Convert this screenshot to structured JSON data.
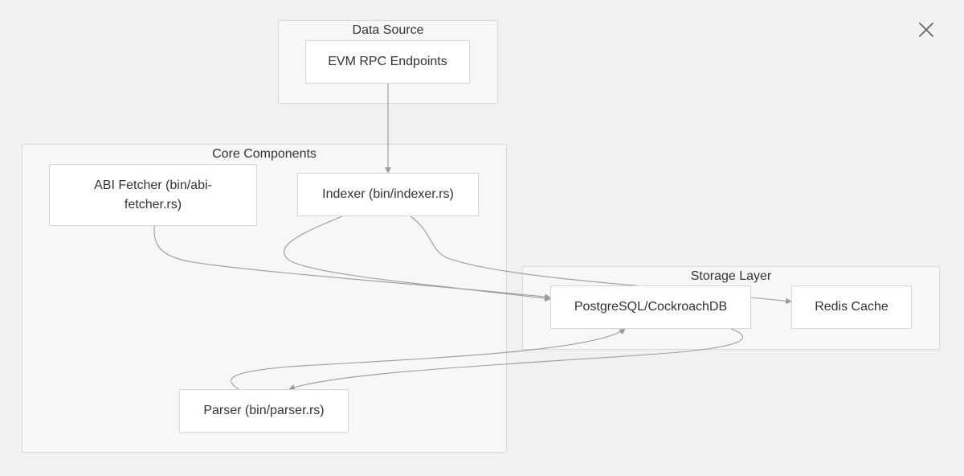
{
  "diagram": {
    "clusters": {
      "data_source": {
        "title": "Data Source"
      },
      "core_components": {
        "title": "Core Components"
      },
      "storage_layer": {
        "title": "Storage Layer"
      }
    },
    "nodes": {
      "evm_rpc": {
        "label": "EVM RPC Endpoints"
      },
      "abi_fetcher": {
        "label": "ABI Fetcher (bin/abi-fetcher.rs)"
      },
      "indexer": {
        "label": "Indexer (bin/indexer.rs)"
      },
      "parser": {
        "label": "Parser (bin/parser.rs)"
      },
      "postgres": {
        "label": "PostgreSQL/CockroachDB"
      },
      "redis": {
        "label": "Redis Cache"
      }
    },
    "edges": [
      {
        "from": "evm_rpc",
        "to": "indexer"
      },
      {
        "from": "abi_fetcher",
        "to": "postgres"
      },
      {
        "from": "indexer",
        "to": "postgres"
      },
      {
        "from": "indexer",
        "to": "redis"
      },
      {
        "from": "parser",
        "to": "postgres"
      },
      {
        "from": "postgres",
        "to": "parser"
      }
    ]
  },
  "controls": {
    "close_icon": "close-icon"
  },
  "colors": {
    "background": "#f2f1ef",
    "cluster_fill": "#f7f7f7",
    "node_fill": "#ffffff",
    "edge": "#9a9a9a",
    "text": "#333333"
  }
}
